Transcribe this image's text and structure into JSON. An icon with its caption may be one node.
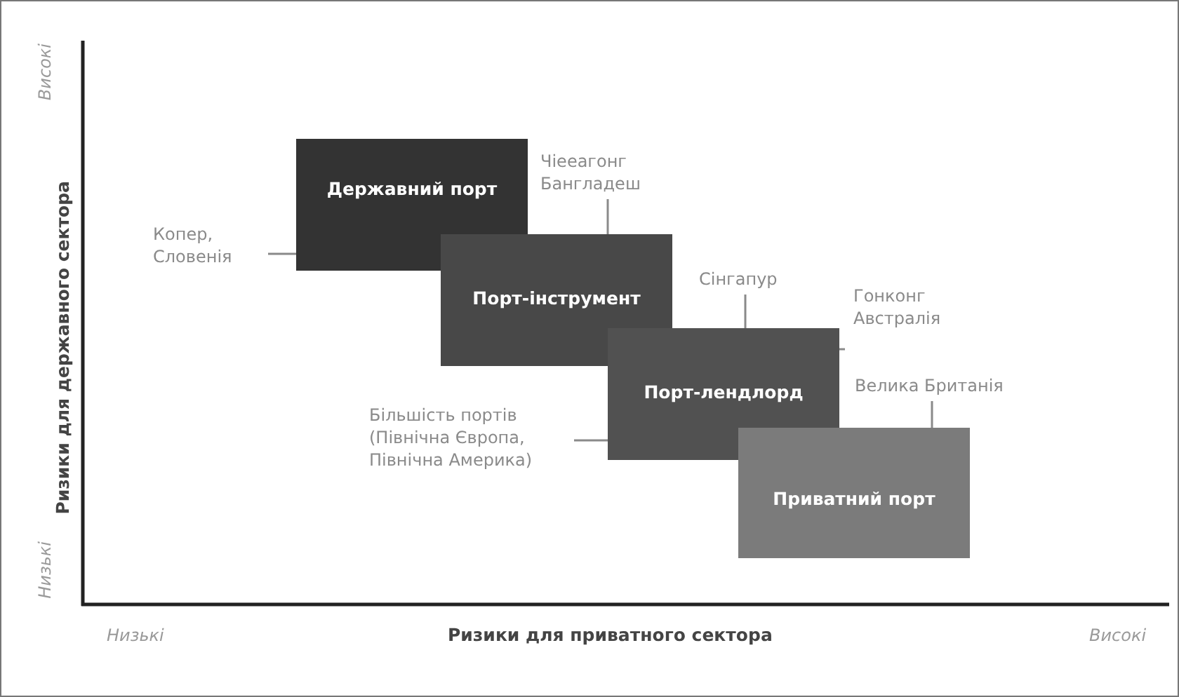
{
  "diagram": {
    "nodes": [
      {
        "text": [
          "Державний порт"
        ]
      },
      {
        "text": [
          "Порт-інструмент"
        ]
      },
      {
        "text": [
          "Порт-лендлорд"
        ]
      },
      {
        "text": [
          "Приватний порт"
        ]
      },
      {
        "text": [
          "Копер, Словенія"
        ]
      },
      {
        "text": [
          "Чіееагонг Бангладеш"
        ]
      },
      {
        "text": [
          "Сінгапур"
        ]
      },
      {
        "text": [
          "Гонконг Австралія"
        ]
      },
      {
        "text": [
          "Велика Британія"
        ]
      },
      {
        "text": [
          "Більшість портів (Північна Європа, Північна Америка)"
        ]
      }
    ],
    "edges": [
      {
        "from": 4,
        "to": 0,
        "arrow": "none"
      },
      {
        "from": 5,
        "to": 1,
        "arrow": "none"
      },
      {
        "from": 6,
        "to": 2,
        "arrow": "none"
      },
      {
        "from": 7,
        "to": 2,
        "arrow": "none"
      },
      {
        "from": 8,
        "to": 3,
        "arrow": "none"
      },
      {
        "from": 9,
        "to": 2,
        "arrow": "none"
      }
    ],
    "labels": [
      "Високі",
      "Ризики для державного сектора",
      "Низькі",
      "Низькі",
      "Ризики для приватного сектора",
      "Високі"
    ]
  }
}
